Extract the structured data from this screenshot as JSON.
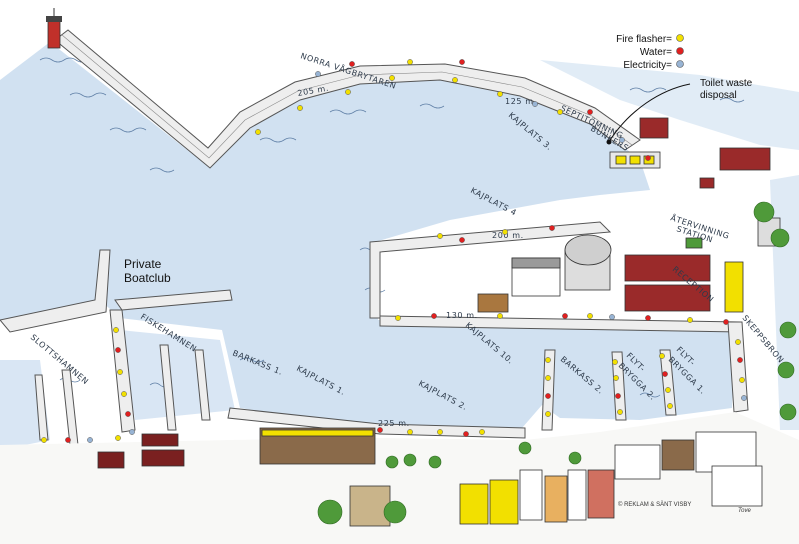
{
  "legend": {
    "fire_flasher": "Fire flasher=",
    "water": "Water=",
    "electricity": "Electricity="
  },
  "callouts": {
    "toilet_line1": "Toilet waste",
    "toilet_line2": "disposal",
    "private_line1": "Private",
    "private_line2": "Boatclub"
  },
  "labels": {
    "norra_vagbrytaren": "NORRA VÅGBRYTAREN",
    "dist_205": "205 m.",
    "dist_125": "125 m.",
    "septitomning": "SEPTITÖMNING",
    "bunkers": "BUNKERS",
    "kajplats3": "KAJPLATS 3.",
    "kajplats4": "KAJPLATS 4",
    "dist_200": "200 m.",
    "atervinning1": "ÅTERVINNING",
    "atervinning2": "STATION",
    "reception": "RECEPTION",
    "dist_130": "130 m.",
    "kajplats10": "KAJPLATS 10.",
    "fiskehamnen": "FISKEHAMNEN",
    "slottshamnen": "SLOTTSHAMNEN",
    "barkass1": "BARKASS 1.",
    "kajplats1": "KAJPLATS 1.",
    "kajplats2": "KAJPLATS 2.",
    "dist_225": "225 m.",
    "barkass2": "BARKASS 2.",
    "flytbrygga2a": "FLYT-",
    "flytbrygga2b": "BRYGGA 2.",
    "flytbrygga1a": "FLYT-",
    "flytbrygga1b": "BRYGGA 1.",
    "skeppsbron": "SKEPPSBRON",
    "credit": "© REKLAM & SÄNT VISBY",
    "signature": "Tove"
  },
  "colors": {
    "water": "#c9dcef",
    "fire_flasher": "#f2e000",
    "water_tap": "#e02020",
    "electricity": "#98b4d4",
    "pier": "#eeeeee",
    "roof_red": "#9a2a2a",
    "tree": "#4f9a3a"
  }
}
